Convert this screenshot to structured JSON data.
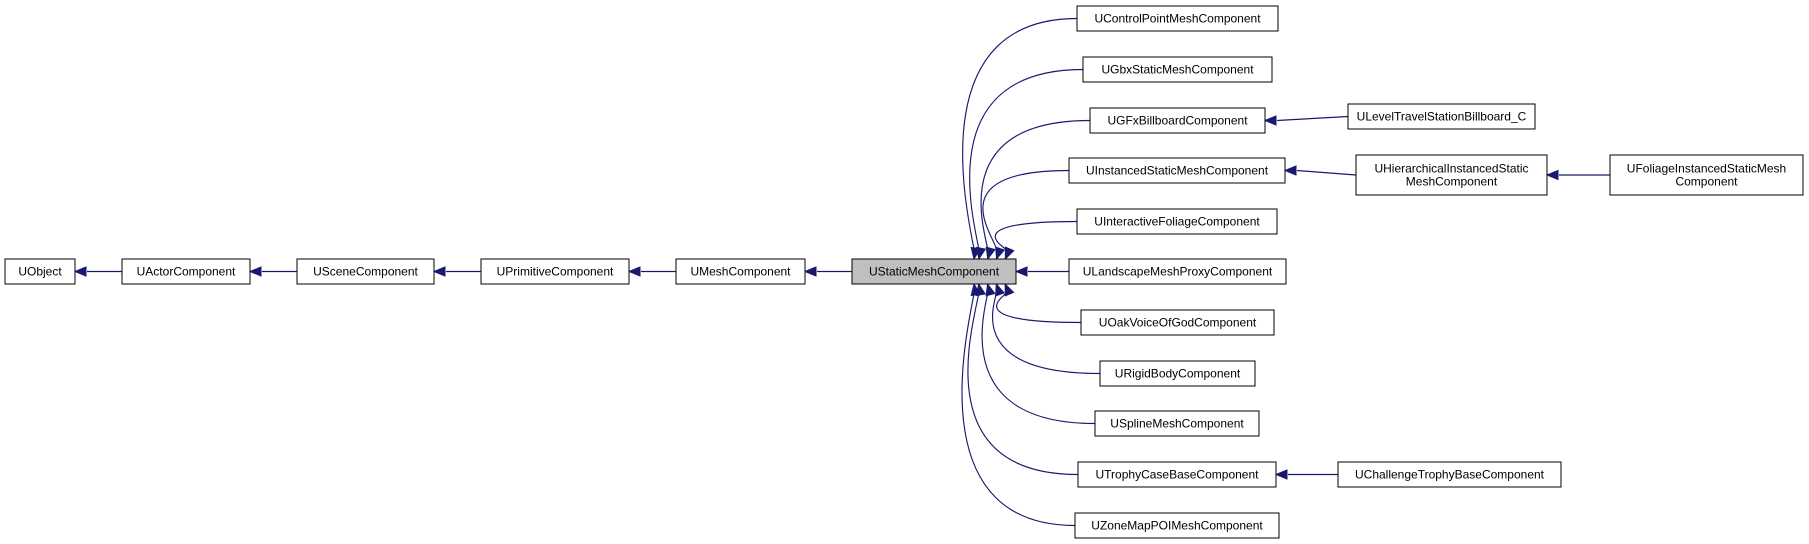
{
  "diagram": {
    "title": "",
    "focus_node": "static",
    "nodes": [
      {
        "id": "uobject",
        "lines": [
          "UObject"
        ]
      },
      {
        "id": "actor",
        "lines": [
          "UActorComponent"
        ]
      },
      {
        "id": "scene",
        "lines": [
          "USceneComponent"
        ]
      },
      {
        "id": "primitive",
        "lines": [
          "UPrimitiveComponent"
        ]
      },
      {
        "id": "mesh",
        "lines": [
          "UMeshComponent"
        ]
      },
      {
        "id": "static",
        "lines": [
          "UStaticMeshComponent"
        ]
      },
      {
        "id": "controlpoint",
        "lines": [
          "UControlPointMeshComponent"
        ]
      },
      {
        "id": "gbx",
        "lines": [
          "UGbxStaticMeshComponent"
        ]
      },
      {
        "id": "gfx",
        "lines": [
          "UGFxBillboardComponent"
        ]
      },
      {
        "id": "instanced",
        "lines": [
          "UInstancedStaticMeshComponent"
        ]
      },
      {
        "id": "interactive",
        "lines": [
          "UInteractiveFoliageComponent"
        ]
      },
      {
        "id": "landscape",
        "lines": [
          "ULandscapeMeshProxyComponent"
        ]
      },
      {
        "id": "oak",
        "lines": [
          "UOakVoiceOfGodComponent"
        ]
      },
      {
        "id": "rigid",
        "lines": [
          "URigidBodyComponent"
        ]
      },
      {
        "id": "spline",
        "lines": [
          "USplineMeshComponent"
        ]
      },
      {
        "id": "trophycase",
        "lines": [
          "UTrophyCaseBaseComponent"
        ]
      },
      {
        "id": "zonemap",
        "lines": [
          "UZoneMapPOIMeshComponent"
        ]
      },
      {
        "id": "leveltravel",
        "lines": [
          "ULevelTravelStationBillboard_C"
        ]
      },
      {
        "id": "hierarchical",
        "lines": [
          "UHierarchicalInstancedStatic",
          "MeshComponent"
        ]
      },
      {
        "id": "foliage",
        "lines": [
          "UFoliageInstancedStaticMesh",
          "Component"
        ]
      },
      {
        "id": "challenge",
        "lines": [
          "UChallengeTrophyBaseComponent"
        ]
      }
    ],
    "edges": [
      {
        "from": "actor",
        "to": "uobject"
      },
      {
        "from": "scene",
        "to": "actor"
      },
      {
        "from": "primitive",
        "to": "scene"
      },
      {
        "from": "mesh",
        "to": "primitive"
      },
      {
        "from": "static",
        "to": "mesh"
      },
      {
        "from": "controlpoint",
        "to": "static"
      },
      {
        "from": "gbx",
        "to": "static"
      },
      {
        "from": "gfx",
        "to": "static"
      },
      {
        "from": "instanced",
        "to": "static"
      },
      {
        "from": "interactive",
        "to": "static"
      },
      {
        "from": "landscape",
        "to": "static"
      },
      {
        "from": "oak",
        "to": "static"
      },
      {
        "from": "rigid",
        "to": "static"
      },
      {
        "from": "spline",
        "to": "static"
      },
      {
        "from": "trophycase",
        "to": "static"
      },
      {
        "from": "zonemap",
        "to": "static"
      },
      {
        "from": "leveltravel",
        "to": "gfx"
      },
      {
        "from": "hierarchical",
        "to": "instanced"
      },
      {
        "from": "foliage",
        "to": "hierarchical"
      },
      {
        "from": "challenge",
        "to": "trophycase"
      }
    ]
  }
}
